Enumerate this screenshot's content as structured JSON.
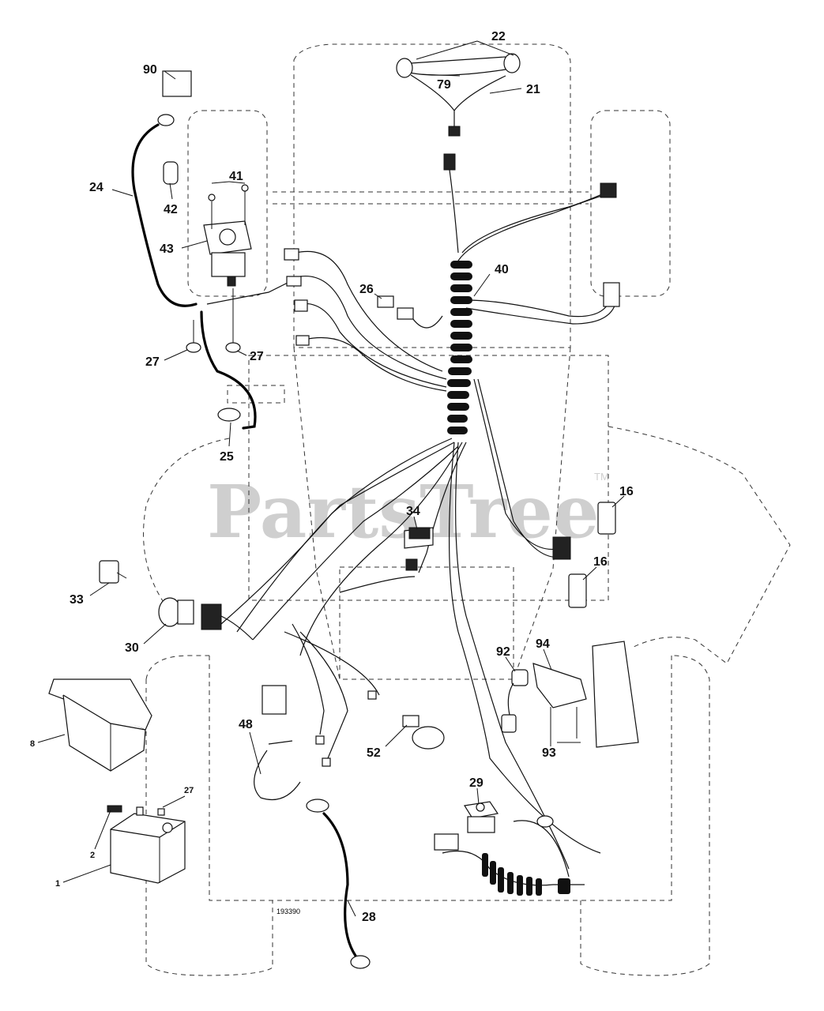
{
  "diagram": {
    "watermark": "PartsTree",
    "watermark_tm": "TM",
    "drawing_number": "193390",
    "callouts": {
      "c22": "22",
      "c79": "79",
      "c21": "21",
      "c90": "90",
      "c41": "41",
      "c24": "24",
      "c42": "42",
      "c43": "43",
      "c26": "26",
      "c40": "40",
      "c27a": "27",
      "c27b": "27",
      "c25": "25",
      "c16a": "16",
      "c34": "34",
      "c16b": "16",
      "c33": "33",
      "c30": "30",
      "c92": "92",
      "c94": "94",
      "c8": "8",
      "c48": "48",
      "c52": "52",
      "c93": "93",
      "c27c": "27",
      "c29": "29",
      "c2": "2",
      "c1": "1",
      "c28": "28"
    }
  }
}
